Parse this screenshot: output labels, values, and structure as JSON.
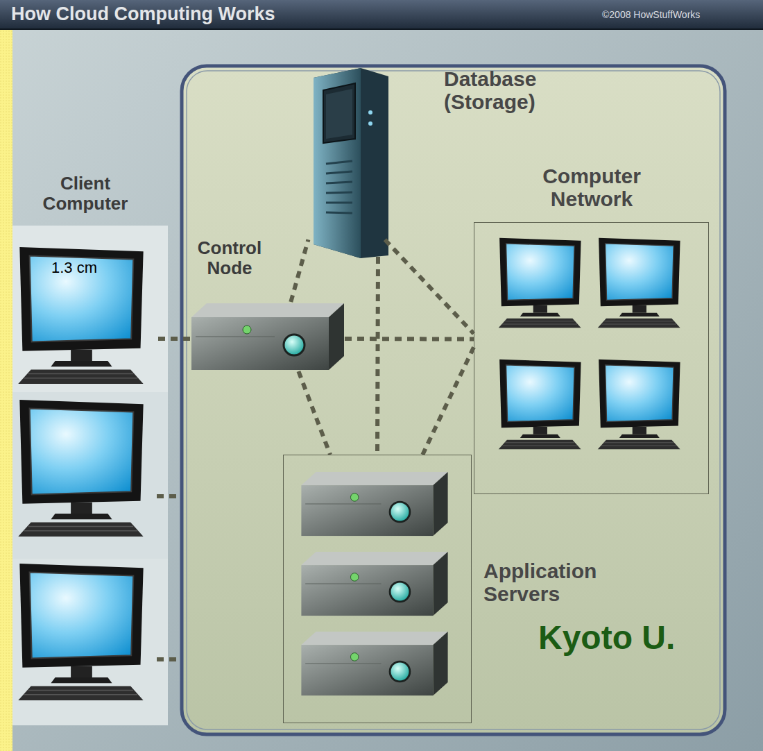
{
  "diagram": {
    "title": "How Cloud Computing Works",
    "nodes": [
      {
        "text": [
          "Client Computer"
        ]
      },
      {
        "text": [
          "Database (Storage)"
        ]
      },
      {
        "text": [
          "Control Node"
        ]
      },
      {
        "text": [
          "Computer Network"
        ]
      },
      {
        "text": [
          "Application Servers"
        ]
      }
    ],
    "edges": [
      {
        "from": 0,
        "to": 2,
        "arrow": "none"
      },
      {
        "from": 2,
        "to": 1,
        "arrow": "none"
      },
      {
        "from": 2,
        "to": 3,
        "arrow": "none"
      },
      {
        "from": 2,
        "to": 4,
        "arrow": "none"
      },
      {
        "from": 1,
        "to": 4,
        "arrow": "none"
      },
      {
        "from": 1,
        "to": 3,
        "arrow": "none"
      },
      {
        "from": 3,
        "to": 4,
        "arrow": "none"
      }
    ],
    "labels": [
      "©2008 HowStuffWorks",
      "1.3 cm",
      "Kyoto U."
    ]
  }
}
